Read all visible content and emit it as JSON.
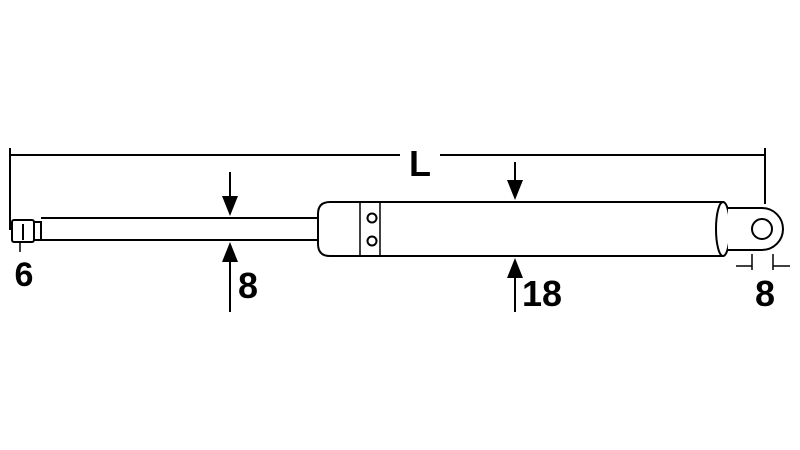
{
  "diagram": {
    "labels": {
      "overall_length": "L",
      "end_fitting_width": "6",
      "rod_diameter": "8",
      "cylinder_diameter": "18",
      "eye_diameter": "8"
    },
    "colors": {
      "line": "#000000",
      "background": "#ffffff"
    }
  }
}
